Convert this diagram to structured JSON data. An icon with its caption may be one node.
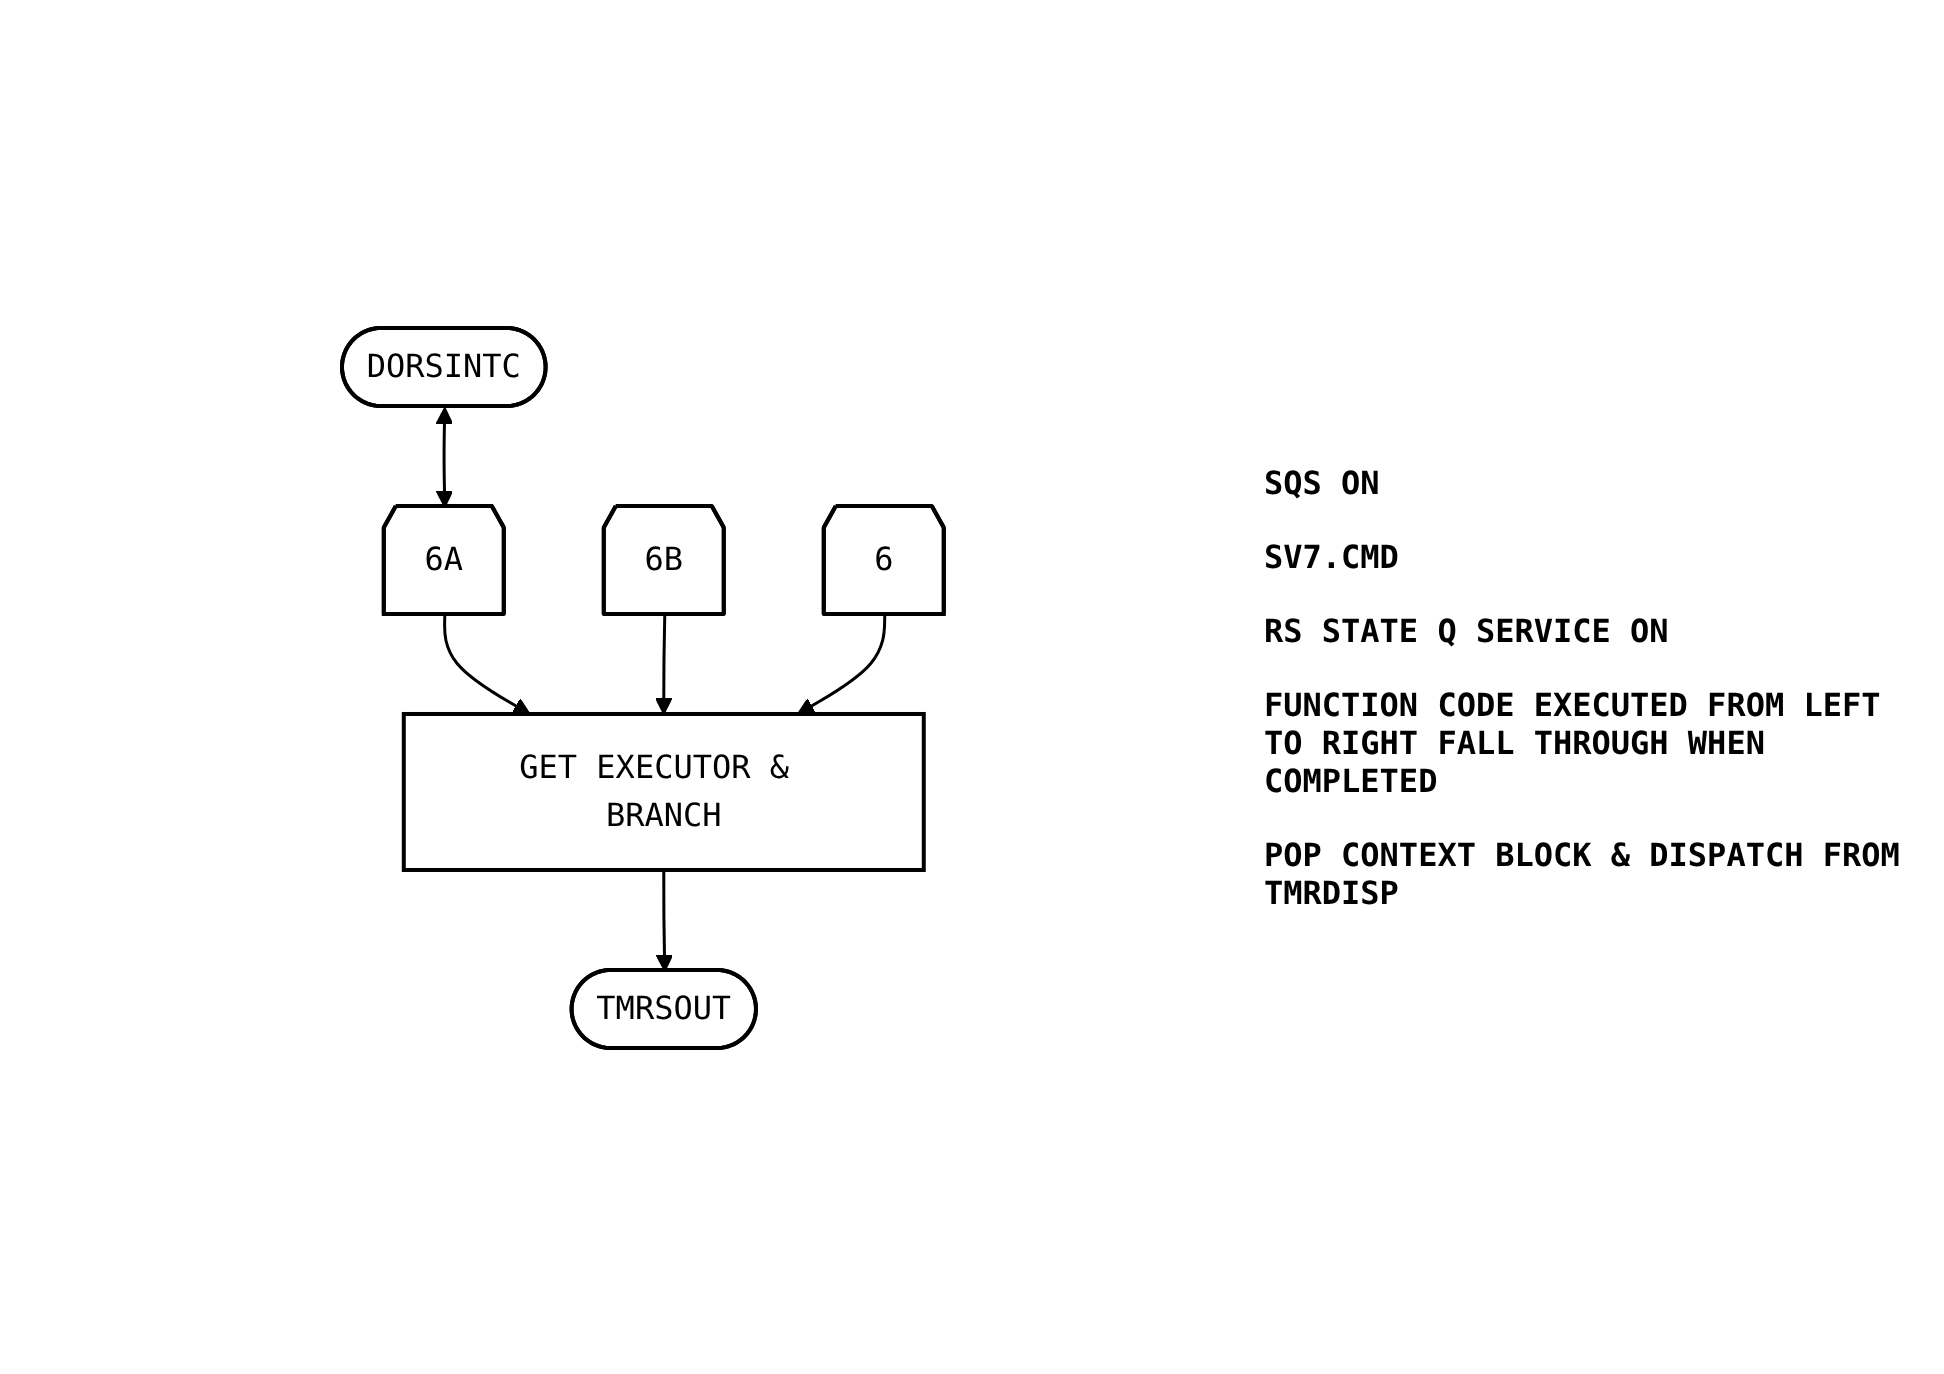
{
  "diagram": {
    "nodes": [
      {
        "text": [
          "6A"
        ]
      },
      {
        "text": [
          "DORSINTC"
        ]
      },
      {
        "text": [
          "6"
        ]
      },
      {
        "text": [
          "6B"
        ]
      },
      {
        "text": [
          "GET EXECUTOR & BRANCH"
        ]
      },
      {
        "text": [
          "TMRSOUT"
        ]
      }
    ],
    "edges": [
      {
        "from": 1,
        "to": 0,
        "arrow": "both"
      },
      {
        "from": 0,
        "to": 4,
        "arrow": "to"
      },
      {
        "from": 3,
        "to": 4,
        "arrow": "to"
      },
      {
        "from": 2,
        "to": 4,
        "arrow": "to"
      },
      {
        "from": 4,
        "to": 5,
        "arrow": "to"
      }
    ],
    "labels": [
      "SQS ON",
      "SV7.CMD",
      "RS STATE Q SERVICE ON",
      "FUNCTION CODE EXECUTED FROM LEFT TO RIGHT FALL THROUGH WHEN COMPLETED",
      "POP CONTEXT BLOCK & DISPATCH FROM TMRDISP"
    ]
  }
}
